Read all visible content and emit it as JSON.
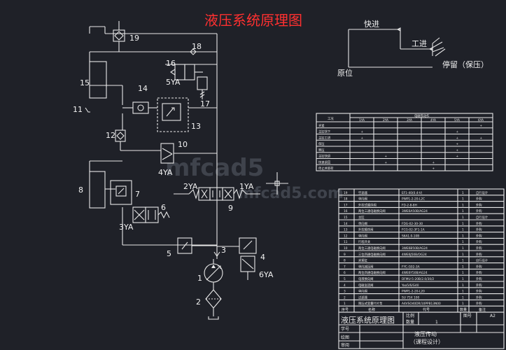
{
  "title": "液压系统原理图",
  "watermark": "mfcad5",
  "watermark2": "mfcad5.com",
  "components": [
    "1",
    "2",
    "3",
    "4",
    "5",
    "6",
    "7",
    "8",
    "9",
    "10",
    "11",
    "12",
    "13",
    "14",
    "15",
    "16",
    "17",
    "18",
    "19"
  ],
  "solenoids": [
    "5YA",
    "4YA",
    "2YA",
    "1YA",
    "3YA",
    "6YA"
  ],
  "cycle": {
    "fast_in": "快进",
    "work_in": "工进",
    "dwell": "停留（保压）",
    "home": "原位"
  },
  "action_table": {
    "title": "电磁铁动作",
    "row_header": "工况",
    "cols": [
      "1YA",
      "2YA",
      "3YA",
      "4YA",
      "5YA",
      "6YA"
    ],
    "rows": [
      {
        "name": "夹紧",
        "marks": [
          "",
          "",
          "",
          "",
          "",
          "+"
        ]
      },
      {
        "name": "主缸快下",
        "marks": [
          "+",
          "",
          "",
          "",
          "+",
          ""
        ]
      },
      {
        "name": "主缸工进",
        "marks": [
          "+",
          "",
          "",
          "",
          "+",
          "+"
        ]
      },
      {
        "name": "保压",
        "marks": [
          "",
          "",
          "",
          "",
          "+",
          ""
        ]
      },
      {
        "name": "释压",
        "marks": [
          "",
          "",
          "",
          "",
          "+",
          ""
        ]
      },
      {
        "name": "主缸快退",
        "marks": [
          "",
          "+",
          "",
          "",
          "+",
          ""
        ]
      },
      {
        "name": "快速退回",
        "marks": [
          "",
          "+",
          "",
          "+",
          "",
          ""
        ]
      },
      {
        "name": "停止并卸荷",
        "marks": [
          "",
          "",
          "",
          "+",
          "",
          ""
        ]
      }
    ]
  },
  "parts_list": [
    {
      "no": "19",
      "name": "空滤器",
      "code": "EF1-40(0.4-V)",
      "qty": "1",
      "note": "自行设计"
    },
    {
      "no": "18",
      "name": "单向阀",
      "code": "PWP1-2-20-L2C",
      "qty": "1",
      "note": "外购"
    },
    {
      "no": "17",
      "name": "外控式顺序阀",
      "code": "FD-2-8-8H",
      "qty": "1",
      "note": "外购"
    },
    {
      "no": "16",
      "name": "两位三通电磁换向阀",
      "code": "3WE6A50B/AG24",
      "qty": "1",
      "note": "外购"
    },
    {
      "no": "15",
      "name": "主缸",
      "code": "",
      "qty": "1",
      "note": "自行设计"
    },
    {
      "no": "14",
      "name": "单向阀",
      "code": "FDG-02-30-30",
      "qty": "1",
      "note": "外购"
    },
    {
      "no": "13",
      "name": "外控顺序阀",
      "code": "FCG-02-3F1-1A",
      "qty": "1",
      "note": "外购"
    },
    {
      "no": "12",
      "name": "单向阀",
      "code": "S6A1.0-10B",
      "qty": "1",
      "note": "外购"
    },
    {
      "no": "11",
      "name": "行程开关",
      "code": "",
      "qty": "1",
      "note": "外购"
    },
    {
      "no": "10",
      "name": "两位三通电磁换向阀",
      "code": "3WE6B50B/AG24",
      "qty": "1",
      "note": "外购"
    },
    {
      "no": "9",
      "name": "三位四通电磁换向阀",
      "code": "4WE6J50B/OG24",
      "qty": "1",
      "note": "外购"
    },
    {
      "no": "8",
      "name": "夹紧缸",
      "code": "",
      "qty": "1",
      "note": "自行设计"
    },
    {
      "no": "7",
      "name": "单向减压阀",
      "code": "FYC-G02-3A",
      "qty": "1",
      "note": "外购"
    },
    {
      "no": "6",
      "name": "两位四通电磁换向阀",
      "code": "4WE6Y50B/AG24",
      "qty": "1",
      "note": "外购"
    },
    {
      "no": "5",
      "name": "电液换向阀",
      "code": "DFMU-5-20B/2.0/30/2",
      "qty": "1",
      "note": "外购"
    },
    {
      "no": "4",
      "name": "电磁溢流阀",
      "code": "Yaa5/6/G40",
      "qty": "1",
      "note": "外购"
    },
    {
      "no": "3",
      "name": "单向阀",
      "code": "PWP1-2-20-L20",
      "qty": "1",
      "note": "外购"
    },
    {
      "no": "2",
      "name": "过滤器",
      "code": "SU 75X 100",
      "qty": "1",
      "note": "外购"
    },
    {
      "no": "1",
      "name": "限压式变量叶片泵",
      "code": "A4VSO40DR/10PPB13N00",
      "qty": "1",
      "note": "外购"
    }
  ],
  "parts_header": {
    "no": "序号",
    "name": "名称",
    "code": "代号",
    "qty": "数量",
    "note": "备注"
  },
  "title_block": {
    "drawing_name": "液压系统原理图",
    "scale_label": "比例",
    "qty_label": "数量",
    "qty_value": "1",
    "sheet_label": "图号",
    "sheet_value": "A2",
    "designer": "学号",
    "drawer": "绘图",
    "checker": "审阅",
    "course": "液压传动",
    "course2": "（课程设计）"
  }
}
